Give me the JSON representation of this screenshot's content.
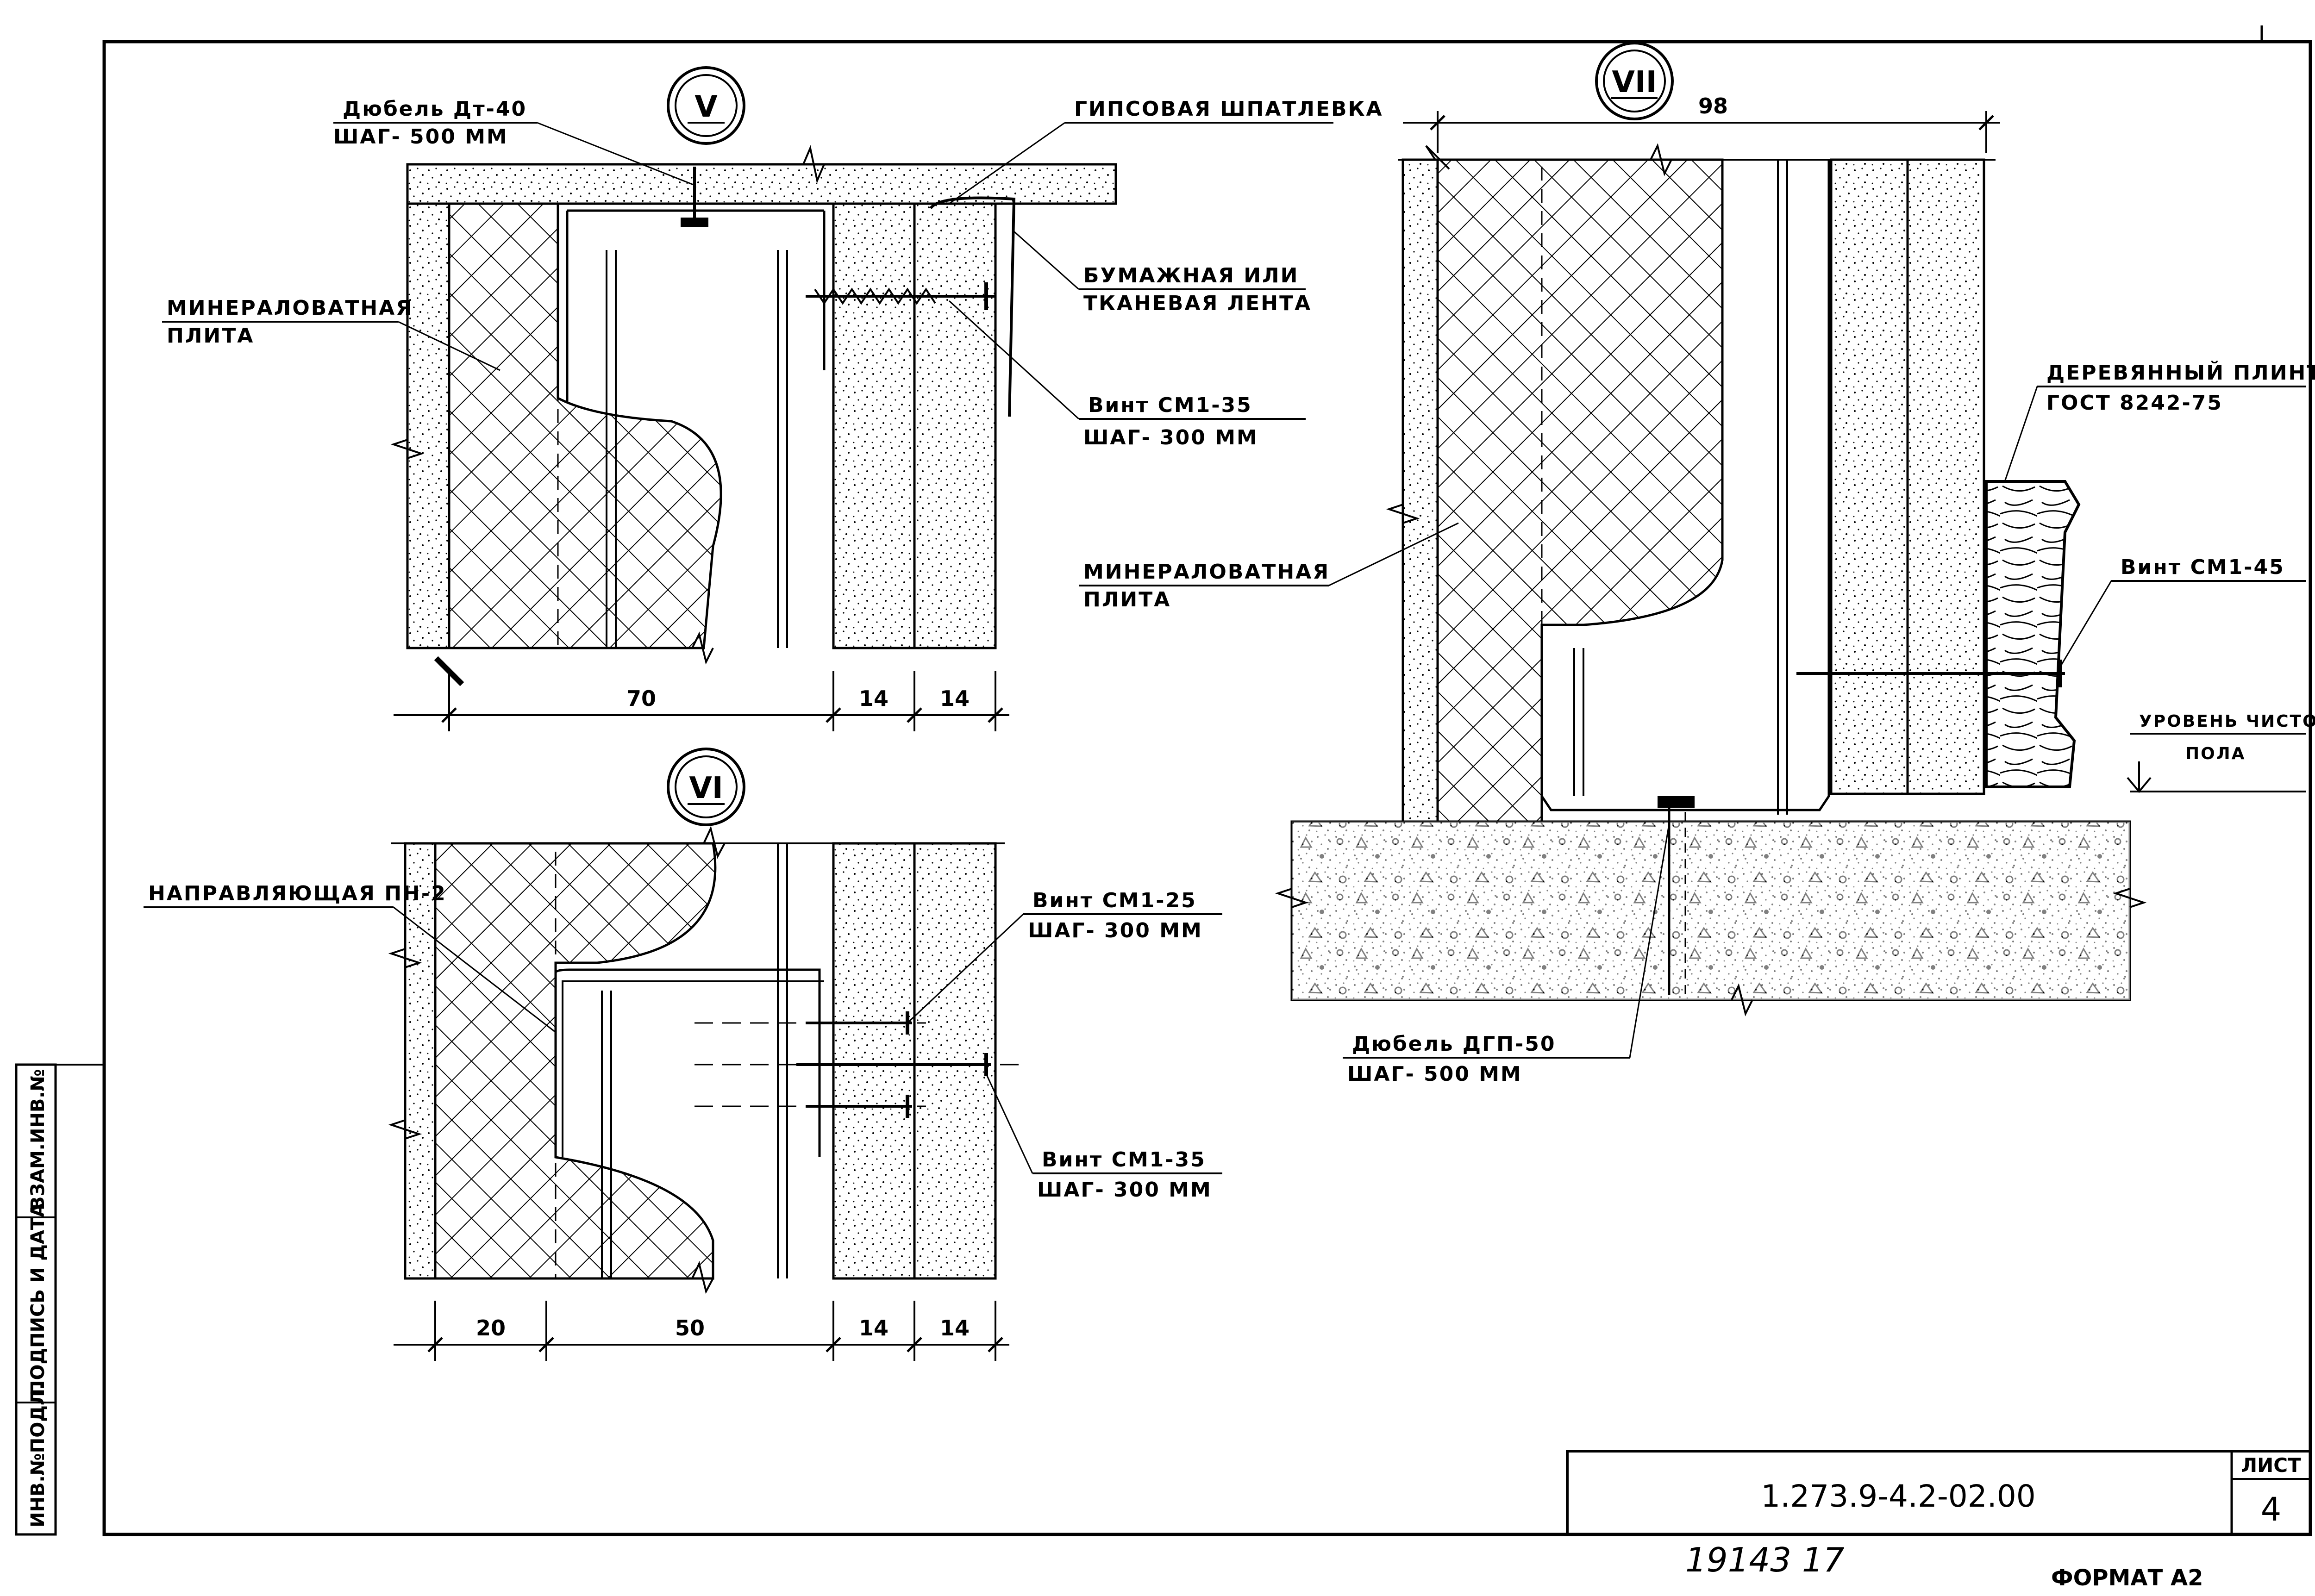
{
  "sections": {
    "v": "V",
    "vi": "VI",
    "vii": "VII"
  },
  "labels": {
    "dowel_dm40": "Дюбель Дт-40",
    "dowel_dm40_step": "ШАГ- 500 ММ",
    "gypsum_putty": "ГИПСОВАЯ ШПАТЛЕВКА",
    "paper_tape_1": "БУМАЖНАЯ ИЛИ",
    "paper_tape_2": "ТКАНЕВАЯ ЛЕНТА",
    "mineral_plate_1": "МИНЕРАЛОВАТНАЯ",
    "mineral_plate_2": "ПЛИТА",
    "screw_35_top": "Винт СМ1-35",
    "screw_35_top_step": "ШАГ- 300 ММ",
    "guide_pn2": "НАПРАВЛЯЮЩАЯ ПН-2",
    "screw_25": "Винт СМ1-25",
    "screw_25_step": "ШАГ- 300 ММ",
    "screw_35_bot": "Винт СМ1-35",
    "screw_35_bot_step": "ШАГ- 300 ММ",
    "wood_plinth_1": "ДЕРЕВЯННЫЙ ПЛИНТУС",
    "wood_plinth_2": "ГОСТ 8242-75",
    "screw_45": "Винт СМ1-45",
    "mineral_plate_vii_1": "МИНЕРАЛОВАТНАЯ",
    "mineral_plate_vii_2": "ПЛИТА",
    "floor_level_1": "УРОВЕНЬ ЧИСТОГО",
    "floor_level_2": "ПОЛА",
    "dowel_dgp50": "Дюбель ДГП-50",
    "dowel_dgp50_step": "ШАГ- 500 ММ"
  },
  "dims": {
    "v_70": "70",
    "v_14a": "14",
    "v_14b": "14",
    "vi_20": "20",
    "vi_50": "50",
    "vi_14a": "14",
    "vi_14b": "14",
    "vii_98": "98"
  },
  "title_block": {
    "code": "1.273.9-4.2-02.00",
    "sheet_label": "ЛИСТ",
    "sheet_no": "4",
    "handwritten": "19143  17",
    "format": "ФОРМАТ А2"
  },
  "side_stamp": {
    "inv_podl": "ИНВ.№ПОДЛ.",
    "podpis": "ПОДПИСЬ И ДАТА",
    "vzam": "ВЗАМ.ИНВ.№"
  }
}
